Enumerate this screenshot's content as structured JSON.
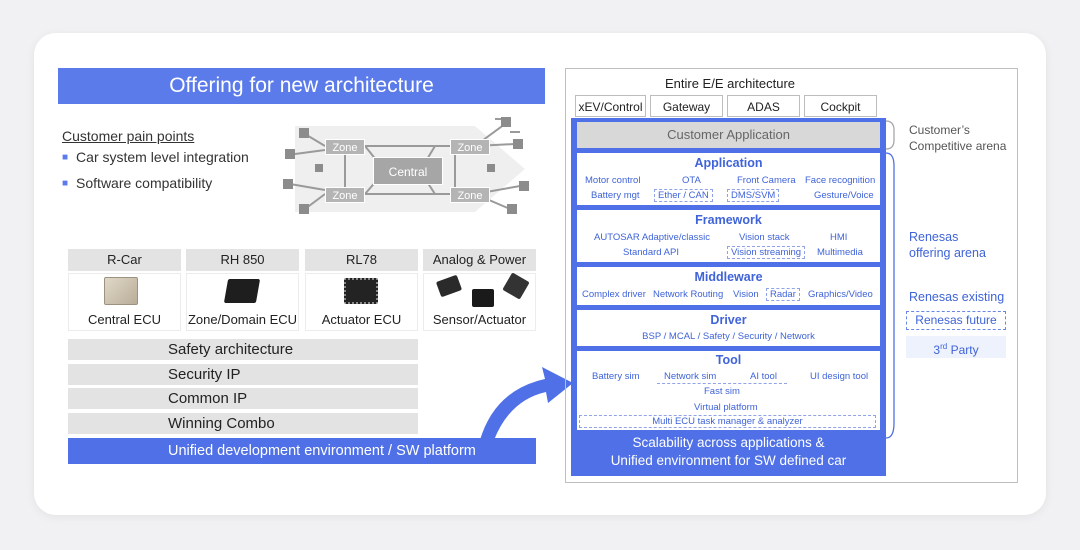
{
  "left": {
    "title": "Offering for new architecture",
    "pain_points_title": "Customer pain points",
    "pain_points": [
      "Car system level integration",
      "Software compatibility"
    ],
    "topology": {
      "zone_label": "Zone",
      "central_label": "Central"
    },
    "products": [
      {
        "name": "R-Car",
        "label": "Central ECU"
      },
      {
        "name": "RH 850",
        "label": "Zone/Domain ECU"
      },
      {
        "name": "RL78",
        "label": "Actuator ECU"
      },
      {
        "name": "Analog & Power",
        "label": "Sensor/Actuator"
      }
    ],
    "layers": [
      "Safety architecture",
      "Security IP",
      "Common IP",
      "Winning Combo"
    ],
    "unified": "Unified development environment /  SW platform"
  },
  "right": {
    "ee_title": "Entire E/E architecture",
    "ee_columns": [
      "xEV/Control",
      "Gateway",
      "ADAS",
      "Cockpit"
    ],
    "customer_app": "Customer Application",
    "application": {
      "title": "Application",
      "row1": [
        "Motor control",
        "OTA",
        "Front Camera",
        "Face recognition"
      ],
      "row2": [
        "Battery mgt",
        "Ether /  CAN",
        "DMS/SVM",
        "Gesture/Voice"
      ]
    },
    "framework": {
      "title": "Framework",
      "row1": [
        "AUTOSAR Adaptive/classic",
        "Vision stack",
        "HMI"
      ],
      "row2": [
        "Standard API",
        "Vision streaming",
        "Multimedia"
      ]
    },
    "middleware": {
      "title": "Middleware",
      "items": [
        "Complex driver",
        "Network Routing",
        "Vision",
        "Radar",
        "Graphics/Video"
      ]
    },
    "driver": {
      "title": "Driver",
      "items": "BSP / MCAL / Safety / Security / Network"
    },
    "tool": {
      "title": "Tool",
      "row1": [
        "Battery sim",
        "Network sim",
        "AI tool",
        "UI design tool"
      ],
      "fast_sim": "Fast sim",
      "virtual": "Virtual platform",
      "multi": "Multi ECU task manager & analyzer"
    },
    "scalability": [
      "Scalability across applications &",
      "Unified environment for SW defined car"
    ]
  },
  "side": {
    "customer_arena_1": "Customer’s",
    "customer_arena_2": "Competitive arena",
    "renesas_arena_1": "Renesas",
    "renesas_arena_2": "offering arena",
    "existing": "Renesas existing",
    "future": "Renesas future",
    "third_party_num": "3",
    "third_party_sup": "rd",
    "third_party_word": " Party"
  }
}
